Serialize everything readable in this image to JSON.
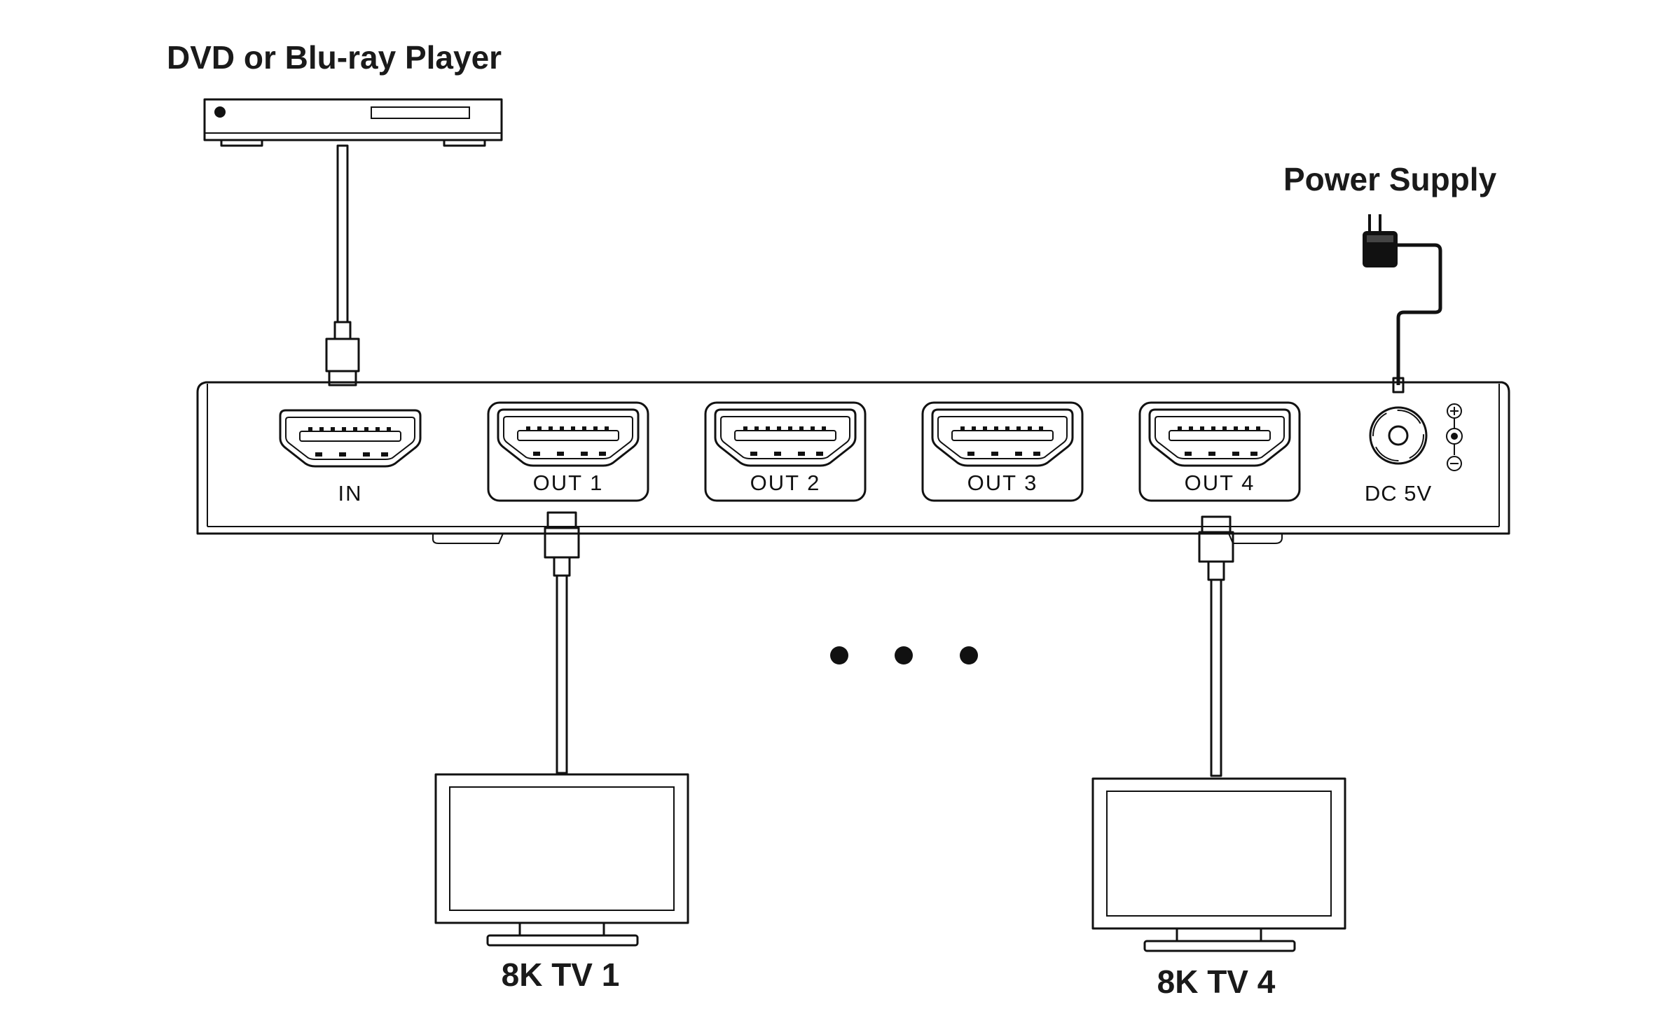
{
  "labels": {
    "source": "DVD or Blu-ray Player",
    "power": "Power Supply",
    "tv1": "8K TV 1",
    "tv4": "8K TV 4"
  },
  "ports": {
    "in": "IN",
    "out1": "OUT 1",
    "out2": "OUT 2",
    "out3": "OUT 3",
    "out4": "OUT 4",
    "dc": "DC 5V"
  }
}
